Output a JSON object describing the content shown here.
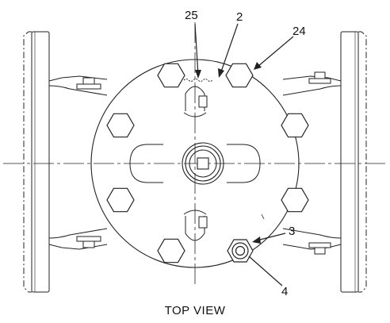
{
  "diagram": {
    "caption": "TOP VIEW",
    "callouts": [
      {
        "id": "c25",
        "label": "25"
      },
      {
        "id": "c2",
        "label": "2"
      },
      {
        "id": "c24",
        "label": "24"
      },
      {
        "id": "c3",
        "label": "3"
      },
      {
        "id": "c4",
        "label": "4"
      }
    ],
    "colors": {
      "line": "#222222",
      "background": "#ffffff"
    }
  }
}
